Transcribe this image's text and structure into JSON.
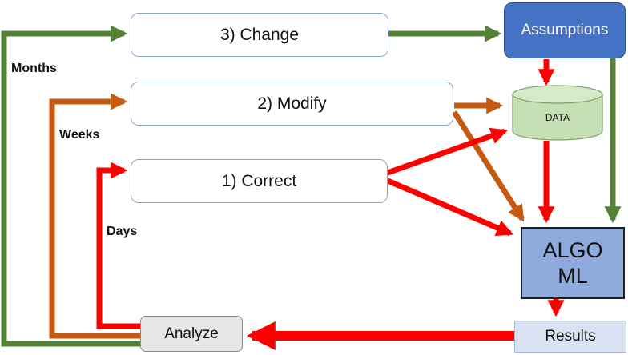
{
  "steps": {
    "change": "3) Change",
    "modify": "2) Modify",
    "correct": "1) Correct"
  },
  "assumptions": "Assumptions",
  "data_label": "DATA",
  "algo": {
    "line1": "ALGO",
    "line2": "ML"
  },
  "results": "Results",
  "analyze": "Analyze",
  "loops": {
    "months": "Months",
    "weeks": "Weeks",
    "days": "Days"
  },
  "colors": {
    "green": "#538135",
    "orange": "#c55a11",
    "red": "#ff0000",
    "assumptions_fill": "#4472c4",
    "data_fill": "#c5e0b4",
    "algo_fill": "#8faadc",
    "results_fill": "#dae3f3",
    "analyze_fill": "#e7e6e6"
  }
}
